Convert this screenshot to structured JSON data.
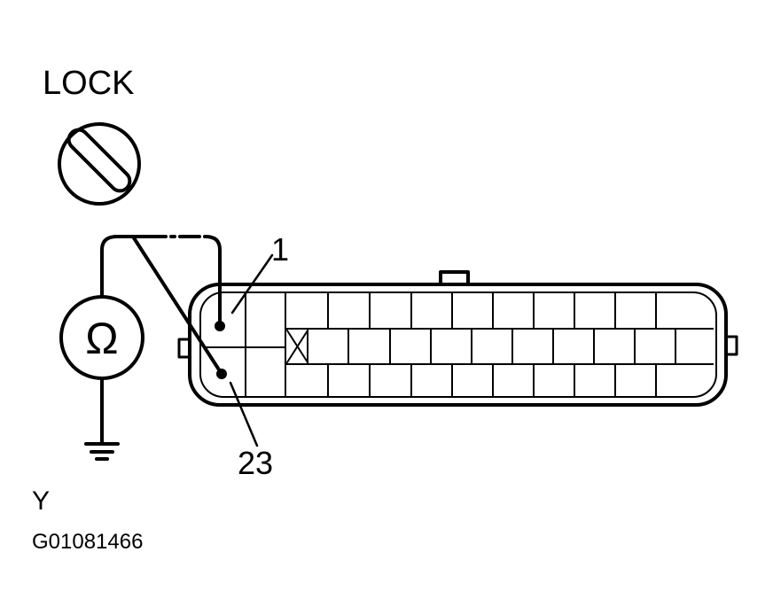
{
  "switch_position": "LOCK",
  "meter_symbol": "Ω",
  "pin_labels": {
    "top": "1",
    "bottom": "23"
  },
  "wire_color": "Y",
  "figure_code": "G01081466",
  "icons": [
    "ignition-lock-icon",
    "ohmmeter-icon",
    "ground-icon",
    "connector-icon"
  ],
  "colors": {
    "line": "#000000",
    "background": "#ffffff"
  }
}
